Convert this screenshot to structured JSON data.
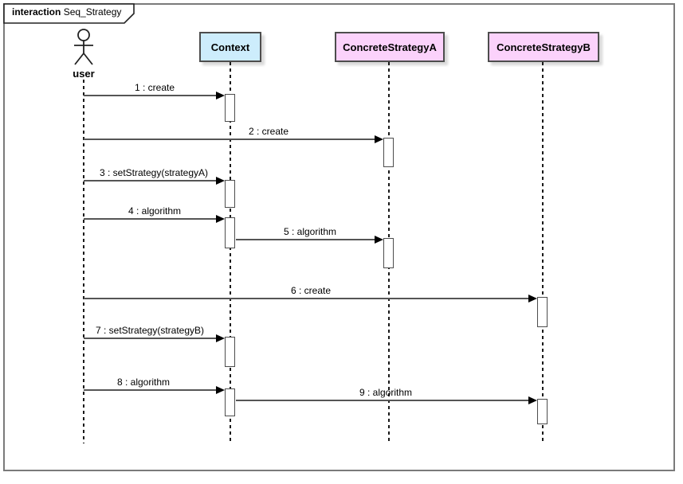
{
  "frame": {
    "keyword": "interaction",
    "title": "Seq_Strategy"
  },
  "actor": {
    "label": "user"
  },
  "participants": [
    {
      "name": "Context",
      "fill": "#CDEDFC"
    },
    {
      "name": "ConcreteStrategyA",
      "fill": "#FBD2FB"
    },
    {
      "name": "ConcreteStrategyB",
      "fill": "#FBD2FB"
    }
  ],
  "messages": [
    {
      "text": "1 : create",
      "from": "user",
      "to": "Context"
    },
    {
      "text": "2 : create",
      "from": "user",
      "to": "ConcreteStrategyA"
    },
    {
      "text": "3 : setStrategy(strategyA)",
      "from": "user",
      "to": "Context"
    },
    {
      "text": "4 : algorithm",
      "from": "user",
      "to": "Context"
    },
    {
      "text": "5 : algorithm",
      "from": "Context",
      "to": "ConcreteStrategyA"
    },
    {
      "text": "6 : create",
      "from": "user",
      "to": "ConcreteStrategyB"
    },
    {
      "text": "7 : setStrategy(strategyB)",
      "from": "user",
      "to": "Context"
    },
    {
      "text": "8 : algorithm",
      "from": "user",
      "to": "Context"
    },
    {
      "text": "9 : algorithm",
      "from": "Context",
      "to": "ConcreteStrategyB"
    }
  ],
  "colors": {
    "context_fill": "#CDEDFC",
    "strategy_fill": "#FBD2FB",
    "frame_border": "#7a7a7a",
    "message_line": "#555555",
    "arrowhead": "#000000",
    "lifeline": "#1a1a1a",
    "activation_border": "#4d4d4d",
    "shadow": "#d9d9d9"
  }
}
